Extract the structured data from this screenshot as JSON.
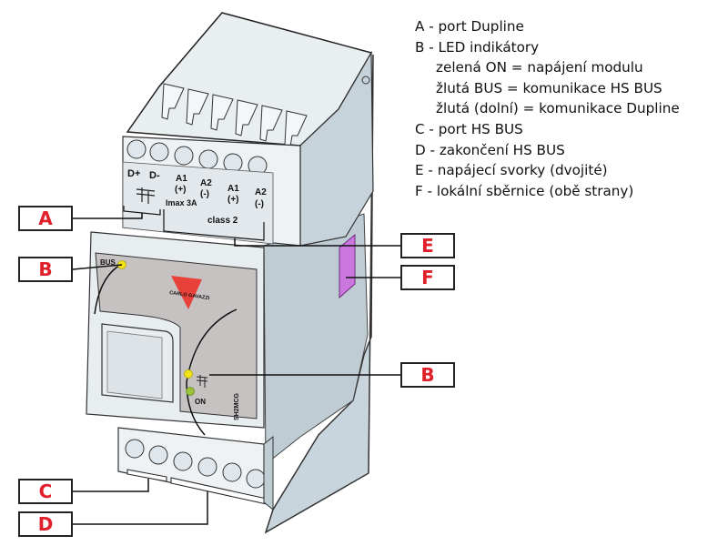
{
  "legend": [
    {
      "text": "A - port Dupline",
      "indent": false
    },
    {
      "text": "B - LED indikátory",
      "indent": false
    },
    {
      "text": "zelená ON = napájení modulu",
      "indent": true
    },
    {
      "text": "žlutá BUS = komunikace HS BUS",
      "indent": true
    },
    {
      "text": "žlutá (dolní) = komunikace Dupline",
      "indent": true
    },
    {
      "text": "C - port HS BUS",
      "indent": false
    },
    {
      "text": "D - zakončení HS BUS",
      "indent": false
    },
    {
      "text": "E - napájecí svorky (dvojité)",
      "indent": false
    },
    {
      "text": "F - lokální sběrnice (obě strany)",
      "indent": false
    }
  ],
  "callouts": {
    "a": "A",
    "b_top": "B",
    "b_bottom": "B",
    "c": "C",
    "d": "D",
    "e": "E",
    "f": "F"
  },
  "device": {
    "terminal_labels": {
      "d_plus": "D+",
      "d_minus": "D-",
      "a1_1": "A1",
      "a1_1_sign": "(+)",
      "a2_1": "A2",
      "a2_1_sign": "(-)",
      "a1_2": "A1",
      "a1_2_sign": "(+)",
      "a2_2": "A2",
      "a2_2_sign": "(-)",
      "imax": "Imax 3A",
      "class": "class 2"
    },
    "led_bus_label": "BUS",
    "led_on_label": "ON",
    "brand": "CARLO GAVAZZI",
    "model": "SH2MCG",
    "colors": {
      "led_yellow": "#f2e21a",
      "led_green": "#9cc23a",
      "brand_red": "#e8413a",
      "local_bus_purple": "#cc77e0",
      "callout_text": "#e0202a"
    }
  }
}
